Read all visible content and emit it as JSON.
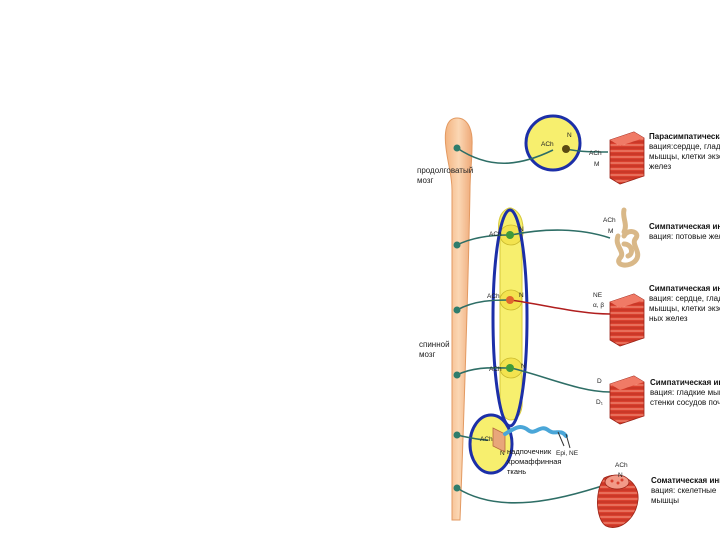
{
  "cns": {
    "medulla_label": "продолговатый\nмозг",
    "spinal_label": "спинной\nмозг"
  },
  "rows": [
    {
      "ganglion_nt": "ACh",
      "ganglion_receptor": "N",
      "effector_nt": "ACh",
      "effector_receptor": "M",
      "caption_title": "Парасимпатическая ин",
      "caption_body": "вация:сердце, гладки\nмышцы, клетки экзокр\nжелез"
    },
    {
      "ganglion_nt": "ACh",
      "ganglion_receptor": "N",
      "effector_nt": "ACh",
      "effector_receptor": "M",
      "caption_title": "Симпатическая инне",
      "caption_body": "вация: потовые желез"
    },
    {
      "ganglion_nt": "ACh",
      "ganglion_receptor": "N",
      "effector_nt": "NE",
      "effector_receptor": "α, β",
      "caption_title": "Симпатическая инне",
      "caption_body": "вация: сердце, гладк\nмышцы, клетки экзокр\nных желез"
    },
    {
      "ganglion_nt": "ACh",
      "ganglion_receptor": "N",
      "effector_nt": "D",
      "effector_receptor": "D₁",
      "caption_title": "Симпатическая инне",
      "caption_body": "вация: гладкие мыш\nстенки сосудов почек"
    },
    {
      "ganglion_nt": "ACh",
      "ganglion_receptor": "N",
      "effector_nt": "Epi, NE",
      "caption_body": "надпочечник\nхромаффинная\nткань"
    },
    {
      "effector_nt": "ACh",
      "effector_receptor": "N",
      "caption_title": "Соматическая инне",
      "caption_body": "вация: скелетные\nмышцы"
    }
  ],
  "colors": {
    "spinal_cord": "#f6c59b",
    "nerve": "#2e6e66",
    "nerve_ne": "#b01e1e",
    "ganglion_highlight": "#f7ef6e",
    "ring": "#1c2fa8",
    "muscle": "#d83a2a"
  }
}
